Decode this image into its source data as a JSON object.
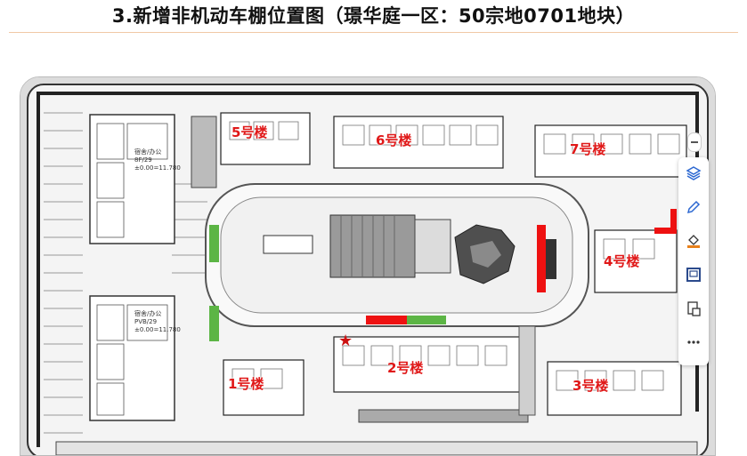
{
  "header": {
    "title": "3.新增非机动车棚位置图（璟华庭一区：50宗地0701地块）"
  },
  "buildings": [
    {
      "id": "1",
      "label": "1号楼"
    },
    {
      "id": "2",
      "label": "2号楼"
    },
    {
      "id": "3",
      "label": "3号楼"
    },
    {
      "id": "4",
      "label": "4号楼"
    },
    {
      "id": "5",
      "label": "5号楼"
    },
    {
      "id": "6",
      "label": "6号楼"
    },
    {
      "id": "7",
      "label": "7号楼"
    }
  ],
  "left_blocks": {
    "top": {
      "name": "宿舍/办公",
      "floors": "8F/29",
      "note": "±0.00=11.780"
    },
    "bottom": {
      "name": "宿舍/办公",
      "floors": "PVB/29",
      "note": "±0.00=11.780"
    }
  },
  "markers": {
    "red_color": "#ee1111",
    "green_color": "#5cb545",
    "star_color": "#cc1111"
  },
  "toolbar": {
    "tools": [
      {
        "name": "layers-icon"
      },
      {
        "name": "pen-icon"
      },
      {
        "name": "fill-icon"
      },
      {
        "name": "frame-icon"
      },
      {
        "name": "page-icon"
      },
      {
        "name": "more-icon"
      }
    ]
  }
}
